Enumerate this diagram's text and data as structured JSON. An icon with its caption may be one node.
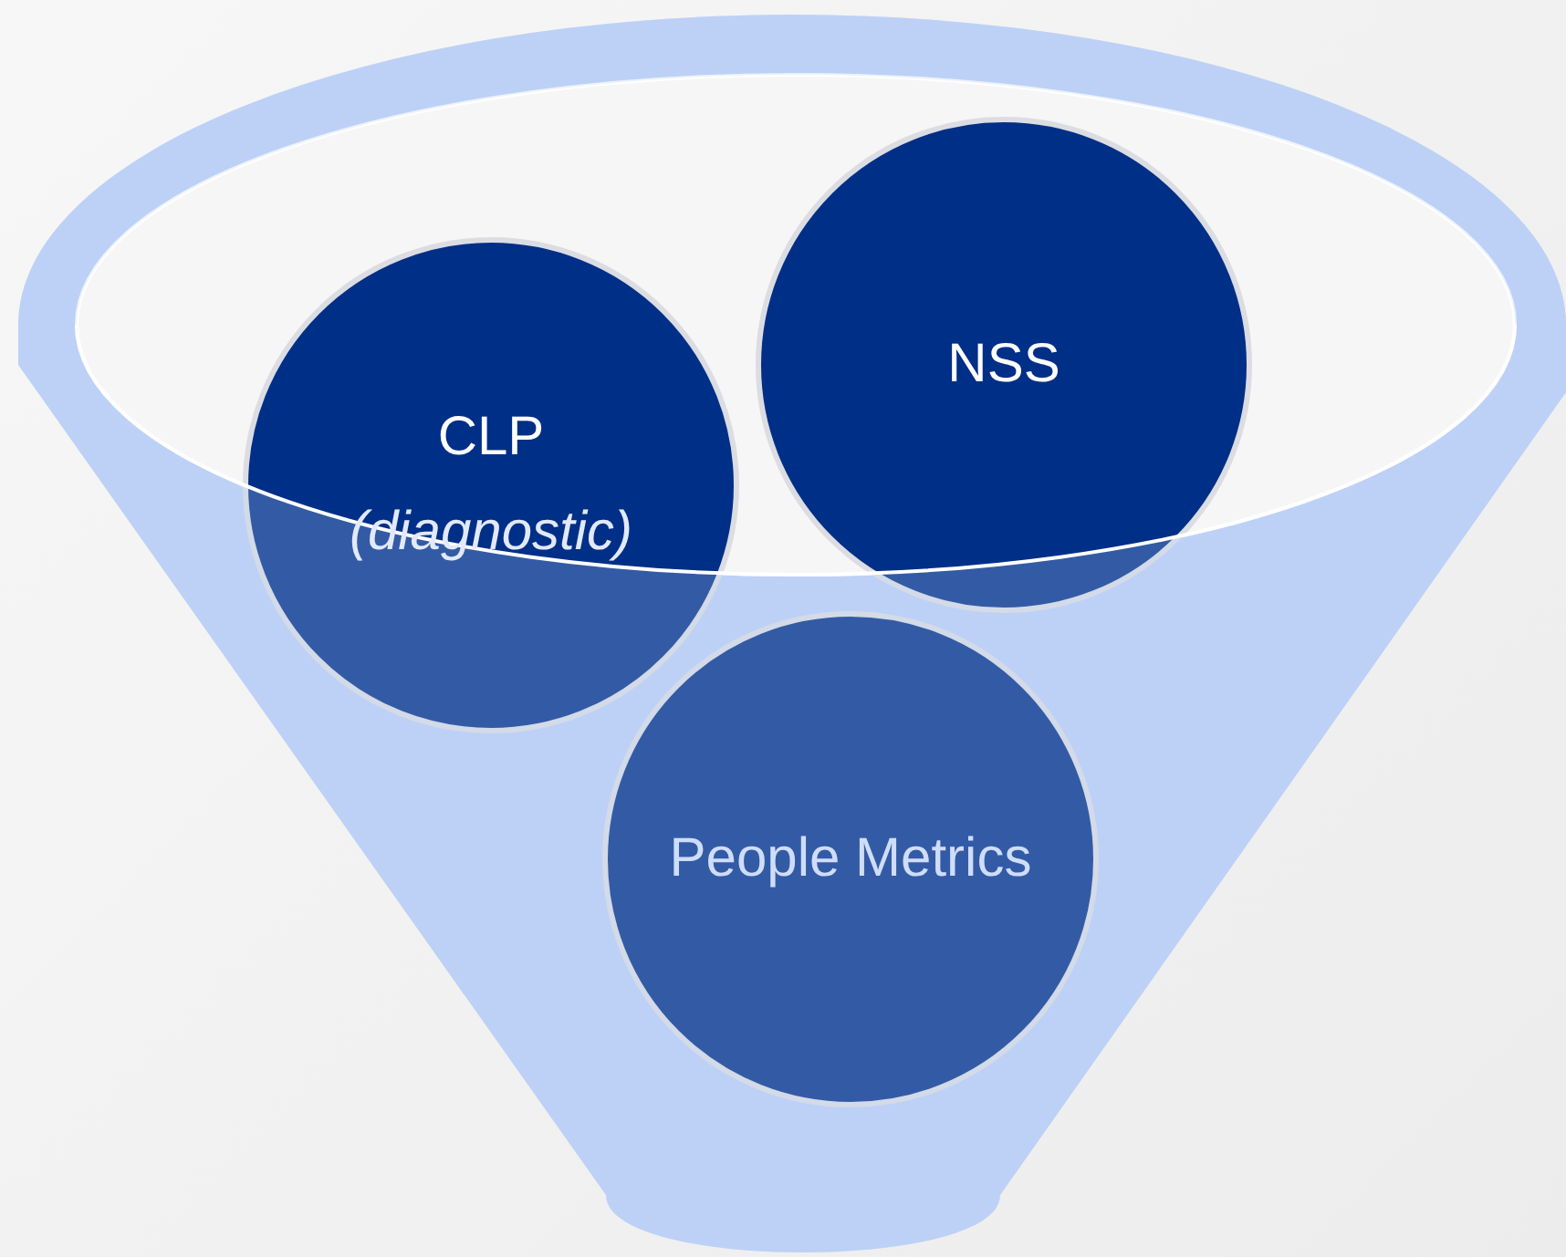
{
  "diagram": {
    "nodes": [
      {
        "text": [
          "CLP",
          "(diagnostic)"
        ]
      },
      {
        "text": [
          "NSS"
        ]
      },
      {
        "text": [
          "People Metrics"
        ]
      }
    ]
  }
}
